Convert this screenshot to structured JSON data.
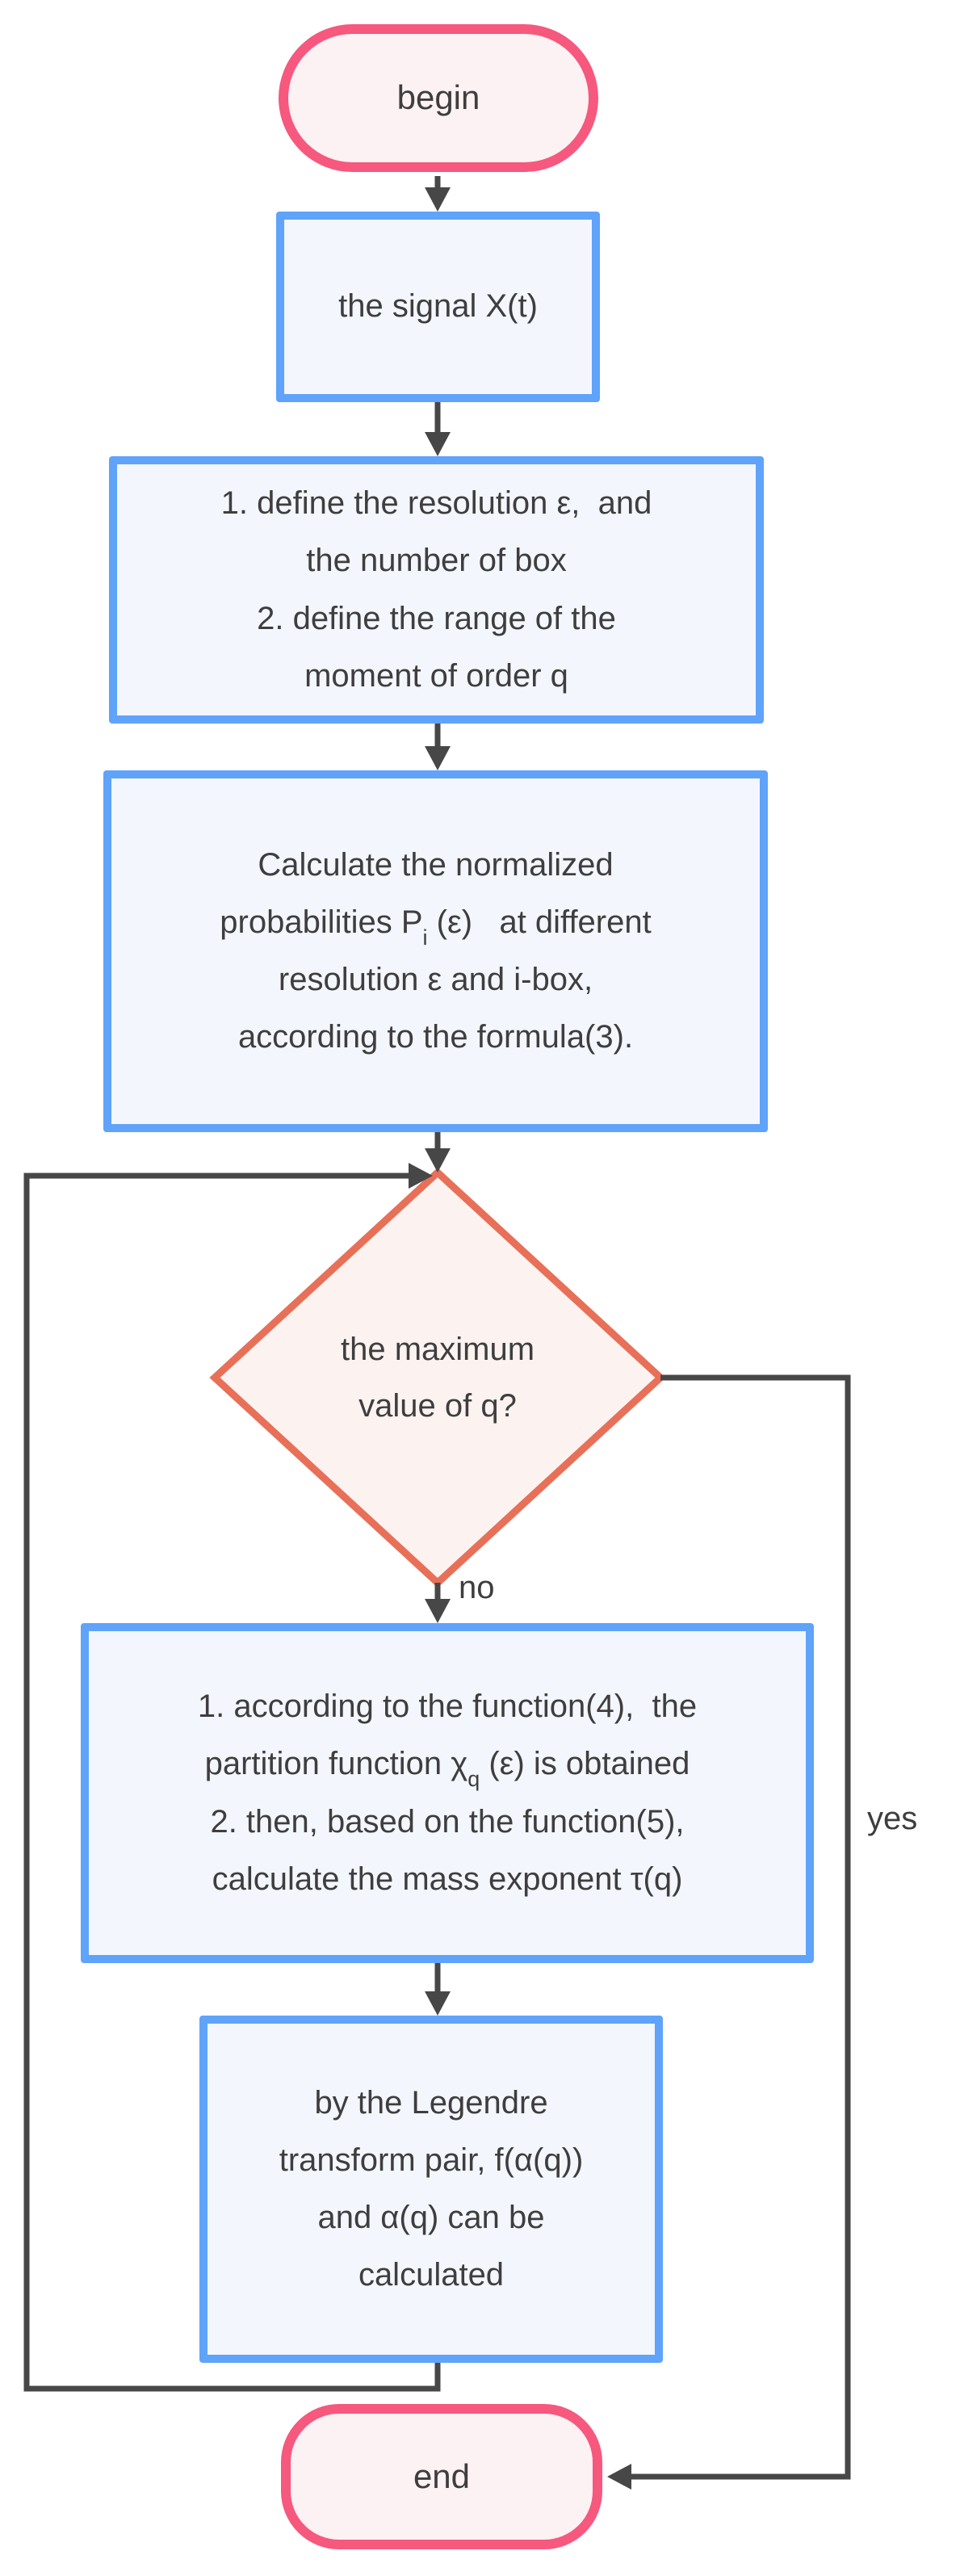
{
  "flowchart": {
    "nodes": {
      "begin": {
        "label": "begin"
      },
      "signal": {
        "label": "the signal X(t)"
      },
      "define": {
        "label": "1. define the resolution ε,  and\nthe number of box\n2. define the range of the\nmoment of order q"
      },
      "probabilities": {
        "text_before_sub": "Calculate the normalized\nprobabilities P",
        "subscript": "i",
        "text_after_sub": " (ε)   at different\nresolution ε and i-box,\naccording to the formula(3)."
      },
      "decision": {
        "label": "the maximum\nvalue of q?"
      },
      "partition": {
        "text_before_sub": "1. according to the function(4),  the\npartition function χ",
        "subscript": "q",
        "text_after_sub": " (ε) is obtained\n2. then, based on the function(5),\ncalculate the mass exponent τ(q)"
      },
      "legendre": {
        "label": "by the Legendre\ntransform pair, f(α(q))\nand α(q) can be\ncalculated"
      },
      "end": {
        "label": "end"
      }
    },
    "edge_labels": {
      "no": "no",
      "yes": "yes"
    },
    "colors": {
      "process_border": "#5FA3FA",
      "process_fill": "#F3F6FC",
      "terminal_border": "#F6587E",
      "terminal_fill": "#FCF1F3",
      "decision_border": "#E87058",
      "decision_fill": "#FCF3F1",
      "connector": "#474747",
      "text": "#3E3E3E"
    }
  }
}
